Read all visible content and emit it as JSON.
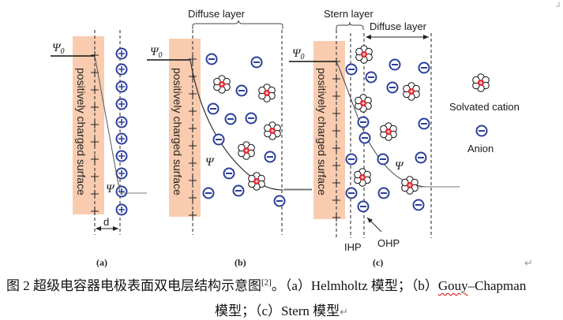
{
  "figure": {
    "panels": [
      {
        "id": "a",
        "label": "(a)",
        "surface_text": "positively charged surface",
        "psi0": "Ψ",
        "psi0_sub": "0",
        "psi": "Ψ",
        "distance_label": "d",
        "model": "Helmholtz"
      },
      {
        "id": "b",
        "label": "(b)",
        "surface_text": "positively charged surface",
        "psi0": "Ψ",
        "psi0_sub": "0",
        "psi": "Ψ",
        "layer_label": "Diffuse layer",
        "model": "Gouy–Chapman"
      },
      {
        "id": "c",
        "label": "(c)",
        "surface_text": "positively charged surface",
        "psi0": "Ψ",
        "psi0_sub": "0",
        "psi": "Ψ",
        "stern_label": "Stern layer",
        "diffuse_label": "Diffuse layer",
        "ihp_label": "IHP",
        "ohp_label": "OHP",
        "model": "Stern"
      }
    ],
    "legend": [
      {
        "symbol": "solvated-cation",
        "label": "Solvated cation"
      },
      {
        "symbol": "anion",
        "label": "Anion"
      }
    ],
    "colors": {
      "surface": "#f9ccb0",
      "ion_blue": "#2b3f9a",
      "cation_core": "#e8202a",
      "line": "#222222"
    }
  },
  "caption": {
    "line1_prefix": "图 2 超级电容器电极表面双电层结构示意图",
    "ref": "[2]",
    "line1_a": "。（a）Helmholtz 模型；（b）",
    "line1_b_word": "Gouy",
    "line1_b_rest": "–Chapman",
    "line2": "模型；（c）Stern 模型",
    "return_mark": "↵"
  }
}
